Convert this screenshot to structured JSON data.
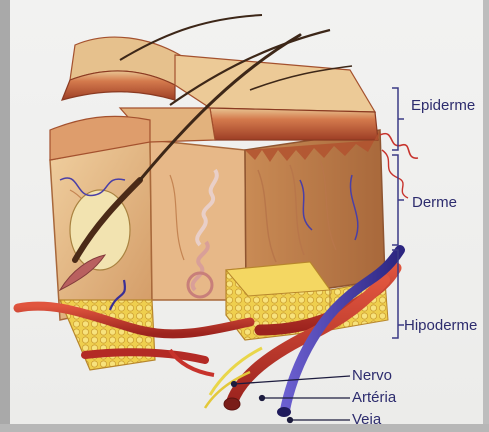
{
  "layer_labels": {
    "epidermis": "Epiderme",
    "dermis": "Derme",
    "hypodermis": "Hipoderme"
  },
  "structure_labels": {
    "nerve": "Nervo",
    "artery": "Artéria",
    "vein": "Veia"
  },
  "colors": {
    "epidermis": "#c7653f",
    "dermis": "#e3bc8c",
    "fat": "#f1cf4a",
    "artery": "#c7332c",
    "vein": "#4a3fa6",
    "nerve": "#e9d64a",
    "label_text": "#2d2c6e"
  }
}
